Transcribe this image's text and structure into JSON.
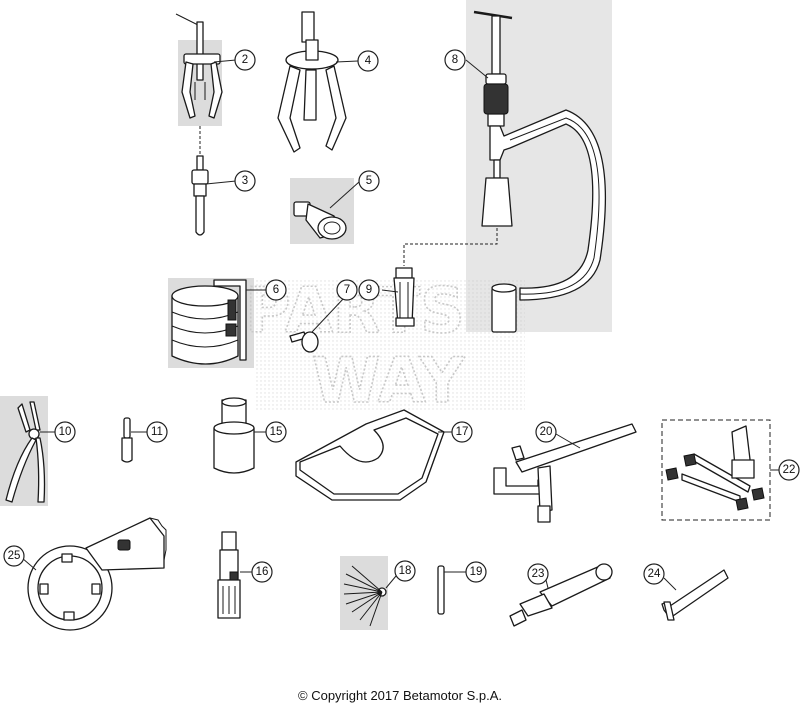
{
  "diagram": {
    "watermark_lines": [
      "PARTS",
      "WAY"
    ],
    "callouts": [
      "2",
      "3",
      "4",
      "5",
      "6",
      "7",
      "8",
      "9",
      "10",
      "11",
      "15",
      "16",
      "17",
      "18",
      "19",
      "20",
      "22",
      "23",
      "24",
      "25"
    ]
  },
  "footer": {
    "copyright": "© Copyright 2017 Betamotor S.p.A."
  }
}
